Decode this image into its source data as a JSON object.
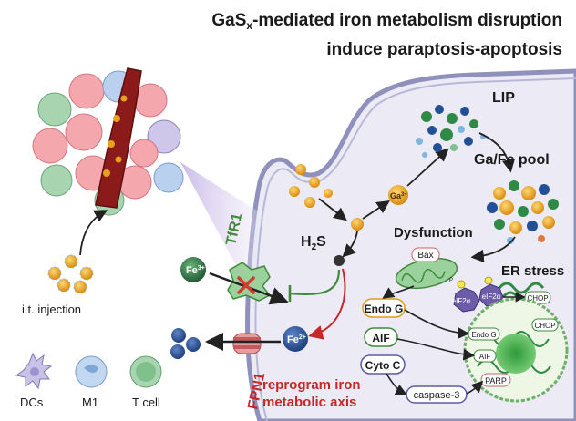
{
  "title": {
    "line1_main": "GaS",
    "line1_sub": "x",
    "line1_rest": "-mediated iron metabolism disruption",
    "line2": "induce paraptosis-apoptosis"
  },
  "labels": {
    "injection": "i.t. injection",
    "tfr1": "TfR1",
    "fpn1": "FPN1",
    "fe3": "Fe",
    "fe3_sup": "3+",
    "fe2": "Fe",
    "fe2_sup": "2+",
    "h2s_main": "H",
    "h2s_sub": "2",
    "h2s_rest": "S",
    "ga3": "Ga",
    "ga3_sup": "3+",
    "lip": "LIP",
    "pool": "Ga/Fe pool",
    "dysfunction": "Dysfunction",
    "er_stress": "ER stress",
    "bax": "Bax",
    "eif2a_1": "eIF2α",
    "eif2a_2": "eIF2α",
    "p": "P",
    "chop_1": "CHOP",
    "chop_2": "CHOP",
    "endo_g": "Endo G",
    "endo_g_small": "Endo G",
    "aif": "AIF",
    "aif_small": "AIF",
    "cyto_c": "Cyto C",
    "caspase3": "caspase-3",
    "parp": "PARP",
    "reprogram_1": "reprogram iron",
    "reprogram_2": "metabolic axis"
  },
  "legend": [
    {
      "label": "DCs",
      "icon": "dendritic-cell-icon"
    },
    {
      "label": "M1",
      "icon": "macrophage-icon"
    },
    {
      "label": "T cell",
      "icon": "t-cell-icon"
    }
  ],
  "colors": {
    "title": "#1a1a1a",
    "green_label": "#3f8a3a",
    "red_label": "#c62828",
    "fpn_label": "#c62828",
    "membrane": "#8e8fb8",
    "cell_fill": "#eceaf6",
    "nanoparticle": "#e09a1a"
  }
}
